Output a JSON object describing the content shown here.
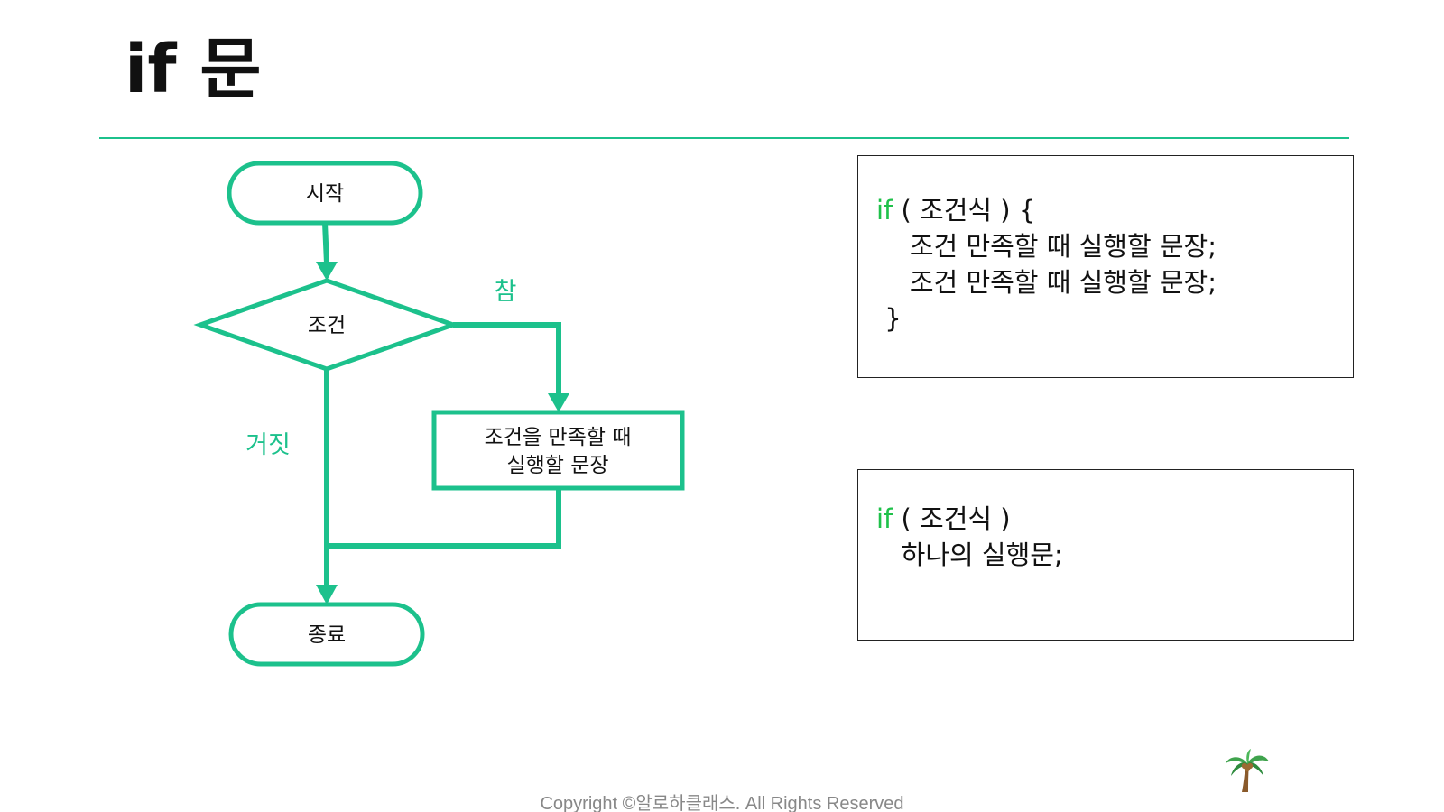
{
  "slide": {
    "title": "if 문",
    "footer": "Copyright ©알로하클래스. All Rights Reserved"
  },
  "flowchart": {
    "start_label": "시작",
    "condition_label": "조건",
    "action_line1": "조건을 만족할 때",
    "action_line2": "실행할 문장",
    "end_label": "종료",
    "true_label": "참",
    "false_label": "거짓",
    "accent_color": "#1cc18c"
  },
  "code_block_1": {
    "keyword": "if",
    "line1_rest": " ( 조건식 ) {",
    "line2": "    조건 만족할 때 실행할 문장;",
    "line3": "    조건 만족할 때 실행할 문장;",
    "line4": " }"
  },
  "code_block_2": {
    "keyword": "if",
    "line1_rest": " ( 조건식 )",
    "line2": "   하나의 실행문;"
  },
  "icons": {
    "palm": "palm-tree-icon"
  }
}
